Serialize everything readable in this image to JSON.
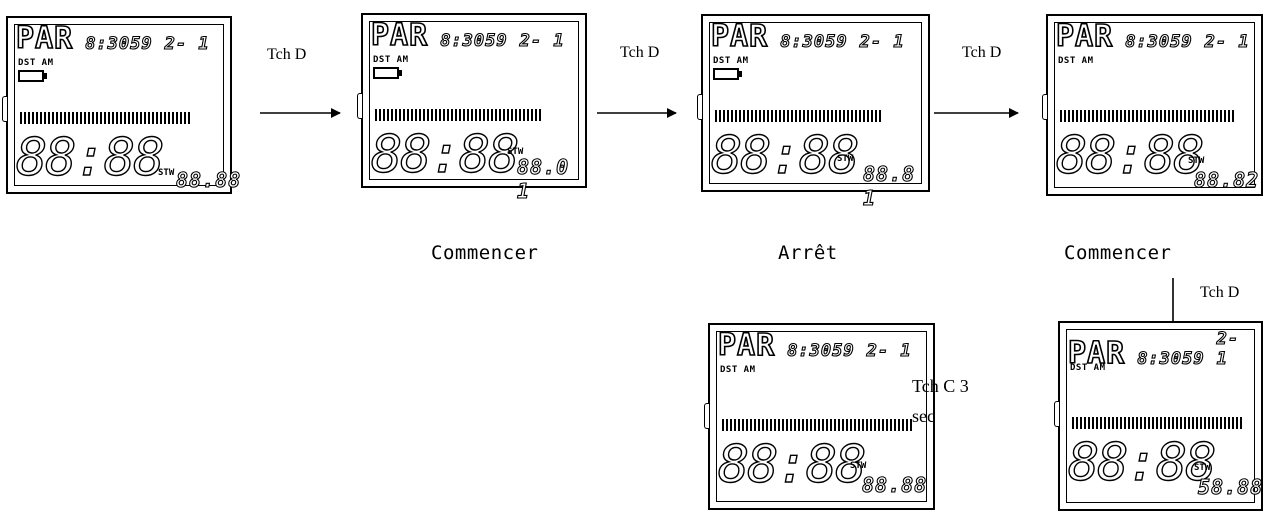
{
  "lcd": {
    "mode": "PAR",
    "time": "8:3059",
    "date": "2- 1",
    "indicators": "DST AM",
    "main_time": "88:88",
    "mode_label": "STW"
  },
  "screens": [
    {
      "id": "s1",
      "sub": "88.88",
      "battery": true
    },
    {
      "id": "s2",
      "sub": "88.0 1",
      "battery": true
    },
    {
      "id": "s3",
      "sub": "88.8 1",
      "battery": true
    },
    {
      "id": "s4",
      "sub": "88.82",
      "battery": false
    },
    {
      "id": "s5",
      "sub": "88.88",
      "battery": false
    },
    {
      "id": "s6",
      "sub": "58.88",
      "battery": false
    }
  ],
  "labels": {
    "tch_d": "Tch D",
    "tch_c": "Tch  C  3",
    "sec": "sec"
  },
  "captions": {
    "commencer": "Commencer",
    "arret": "Arrêt"
  },
  "colors": {
    "ink": "#000000",
    "background": "#ffffff"
  }
}
